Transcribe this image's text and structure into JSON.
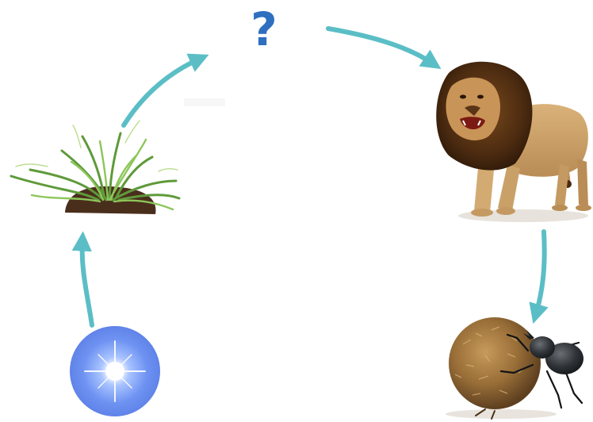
{
  "diagram": {
    "type": "food-chain-cycle",
    "unknown_label": "?",
    "nodes": [
      {
        "id": "sun",
        "icon": "sun-icon"
      },
      {
        "id": "grass",
        "icon": "grass-icon"
      },
      {
        "id": "unknown",
        "icon": "question-mark"
      },
      {
        "id": "lion",
        "icon": "lion-icon"
      },
      {
        "id": "dung-beetle",
        "icon": "dung-beetle-icon"
      }
    ],
    "edges": [
      {
        "from": "sun",
        "to": "grass"
      },
      {
        "from": "grass",
        "to": "unknown"
      },
      {
        "from": "unknown",
        "to": "lion"
      },
      {
        "from": "lion",
        "to": "dung-beetle"
      }
    ],
    "arrow_color": "#5bbec6"
  }
}
